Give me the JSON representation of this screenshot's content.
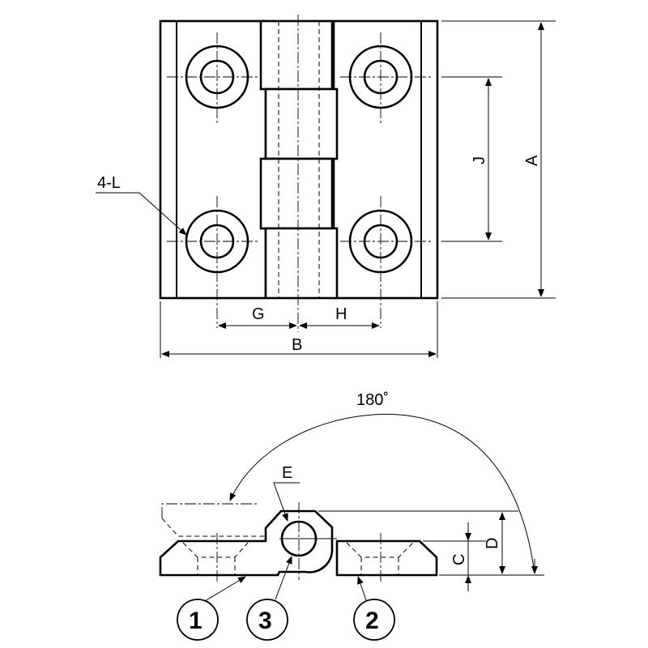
{
  "labels": {
    "A": "A",
    "B": "B",
    "C": "C",
    "D": "D",
    "E": "E",
    "G": "G",
    "H": "H",
    "J": "J",
    "holes": "4-L",
    "angle": "180˚"
  },
  "parts": [
    "1",
    "3",
    "2"
  ]
}
